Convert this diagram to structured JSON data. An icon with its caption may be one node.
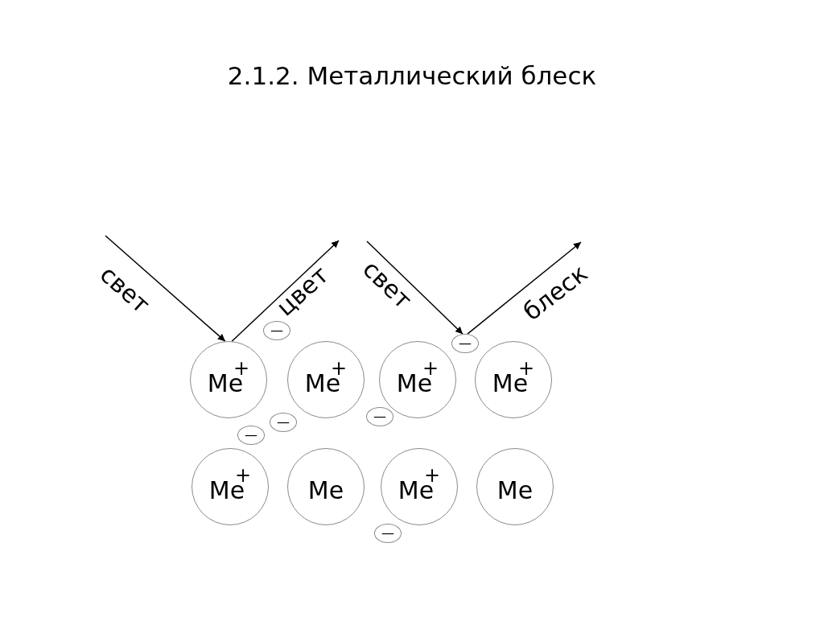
{
  "diagram": {
    "title": "2.1.2. Металлический блеск",
    "nodes": [
      {
        "text": [
          "—"
        ]
      },
      {
        "text": [
          "—"
        ]
      },
      {
        "text": [
          "Me$^{+}$"
        ]
      },
      {
        "text": [
          "Me$^{+}$"
        ]
      },
      {
        "text": [
          "Me$^{+}$"
        ]
      },
      {
        "text": [
          "Me$^{+}$"
        ]
      },
      {
        "text": [
          "—"
        ]
      },
      {
        "text": [
          "—"
        ]
      },
      {
        "text": [
          "—"
        ]
      },
      {
        "text": [
          "Me$^{+}$"
        ]
      },
      {
        "text": [
          "Me"
        ]
      },
      {
        "text": [
          "Me$^{+}$"
        ]
      },
      {
        "text": [
          "Me"
        ]
      },
      {
        "text": [
          "—"
        ]
      }
    ],
    "edges": [
      {
        "from": null,
        "to": 2,
        "arrow": "to",
        "label": "свет"
      },
      {
        "from": 2,
        "to": null,
        "arrow": "to",
        "label": "цвет"
      },
      {
        "from": null,
        "to": 1,
        "arrow": "to",
        "label": "свет"
      },
      {
        "from": 1,
        "to": null,
        "arrow": "to",
        "label": "блеск"
      }
    ]
  }
}
